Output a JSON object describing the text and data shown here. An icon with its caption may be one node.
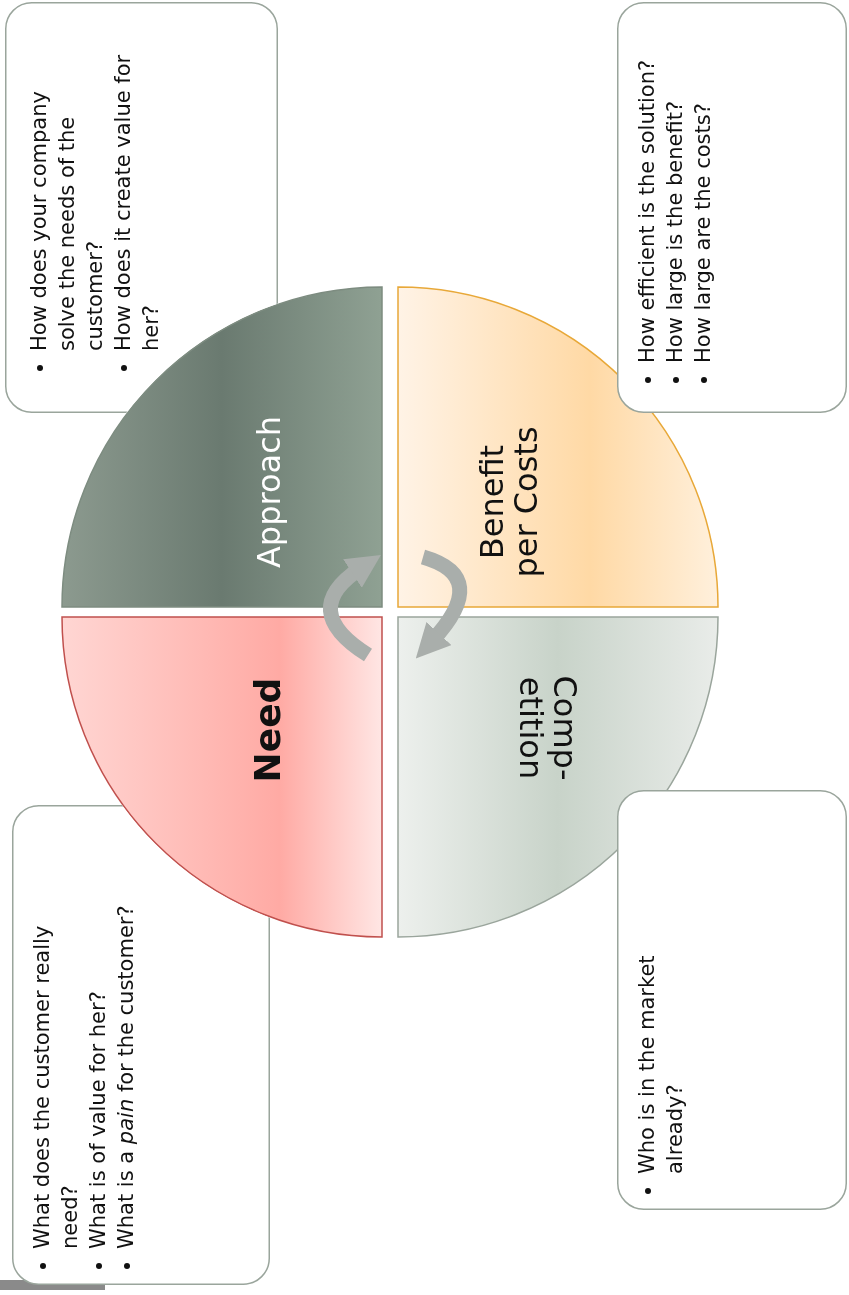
{
  "diagram": {
    "nodes": [
      {
        "text": [
          "Approach"
        ]
      },
      {
        "text": [
          "Benefit per Costs"
        ]
      },
      {
        "text": [
          "Comp- etition"
        ]
      },
      {
        "text": [
          "Need"
        ]
      },
      {
        "text": [
          "How does your company solve the needs of the customer?",
          "How does it create value for her?"
        ]
      },
      {
        "text": [
          "How efficient is the solution?",
          "How large is the benefit?",
          "How large are the costs?"
        ]
      },
      {
        "text": [
          "Who is in the market already?"
        ]
      },
      {
        "text": [
          "What does the customer really need?",
          "What is of value for her?",
          "What is a *pain* for the customer?"
        ]
      }
    ],
    "edges": [
      {
        "from": 3,
        "to": 0,
        "arrow": "to"
      },
      {
        "from": 1,
        "to": 2,
        "arrow": "to"
      }
    ]
  }
}
